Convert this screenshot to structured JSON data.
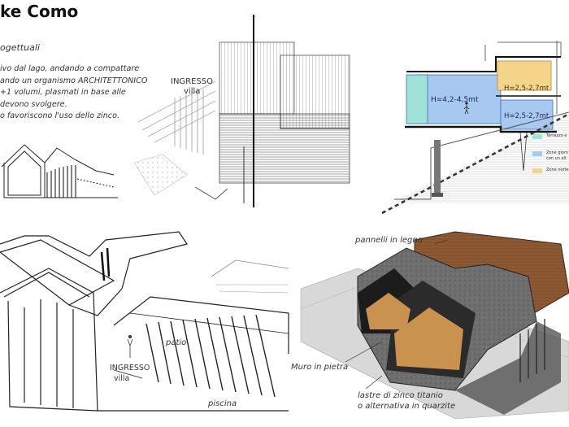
{
  "title": "ke Como",
  "concept": {
    "heading": "ogettuali",
    "lines": [
      "ivo dal lago, andando a compattare",
      "ando un organismo ARCHITETTONICO",
      "+1 volumi, plasmati in base alle",
      "devono svolgere.",
      "o favoriscono l'uso dello zinco."
    ]
  },
  "sketch_top_middle": {
    "ingresso": "INGRESSO",
    "villa": "villa"
  },
  "section": {
    "height_1": "H=4,2-4,5mt",
    "height_2": "H=2,5-2,7mt",
    "height_3": "H=2,5-2,7mt",
    "legend": [
      {
        "label": "Terrazzo e",
        "color": "#9fe3d8"
      },
      {
        "label": "Zone giorn",
        "color": "#a7c9f0"
      },
      {
        "label": "Zone notte",
        "color": "#f5d58a"
      }
    ],
    "legend_sub": "con un alt"
  },
  "sketch_bottom_left": {
    "patio": "patio",
    "ingresso": "INGRESSO",
    "villa": "villa",
    "piscina": "piscina"
  },
  "render": {
    "pannelli": "pannelli in legno",
    "muro": "Muro in pietra",
    "lastre_1": "lastre di zinco titanio",
    "lastre_2": "o alternativa in quarzite"
  }
}
